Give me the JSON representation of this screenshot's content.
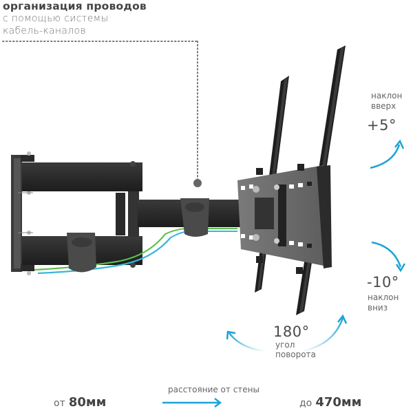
{
  "callout": {
    "title": "организация проводов",
    "line2": "с помощью системы",
    "line3": "кабель-каналов"
  },
  "tilt_up": {
    "label_line1": "наклон",
    "label_line2": "вверх",
    "value": "+5°"
  },
  "tilt_down": {
    "value": "-10°",
    "label_line1": "наклон",
    "label_line2": "вниз"
  },
  "rotation": {
    "value": "180°",
    "label_line1": "угол",
    "label_line2": "поворота"
  },
  "distance": {
    "caption": "расстояние от стены",
    "from_prefix": "от",
    "from_value": "80мм",
    "to_prefix": "до",
    "to_value": "470мм"
  },
  "colors": {
    "accent_arrow": "#1aa3d4",
    "cable_green": "#5bbf4a",
    "cable_blue": "#3ab4dc",
    "metal_dark": "#2a2a2a",
    "text_dark": "#444444"
  }
}
